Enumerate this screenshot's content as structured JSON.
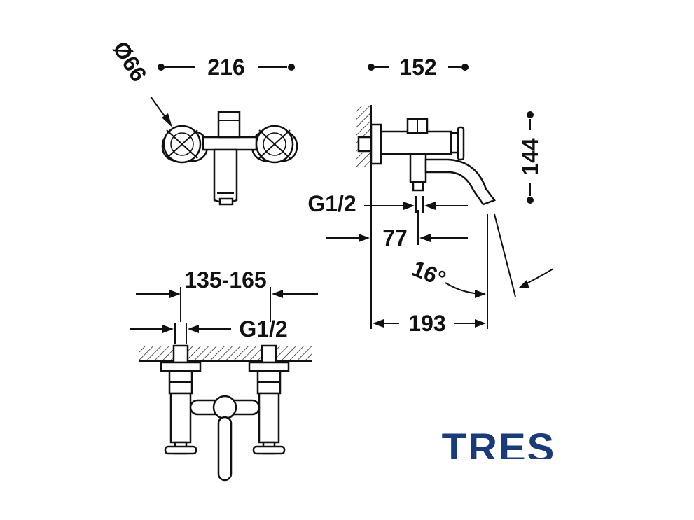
{
  "dimensions": {
    "diameter": "Ø66",
    "width_front": "216",
    "depth_side": "152",
    "height_side": "144",
    "thread_side": "G1/2",
    "spout_offset": "77",
    "angle": "16°",
    "projection": "193",
    "centers_range": "135-165",
    "thread_bottom": "G1/2"
  },
  "brand": {
    "name": "TRES",
    "color": "#1b3a7a"
  },
  "colors": {
    "line": "#111111",
    "background": "#ffffff"
  }
}
